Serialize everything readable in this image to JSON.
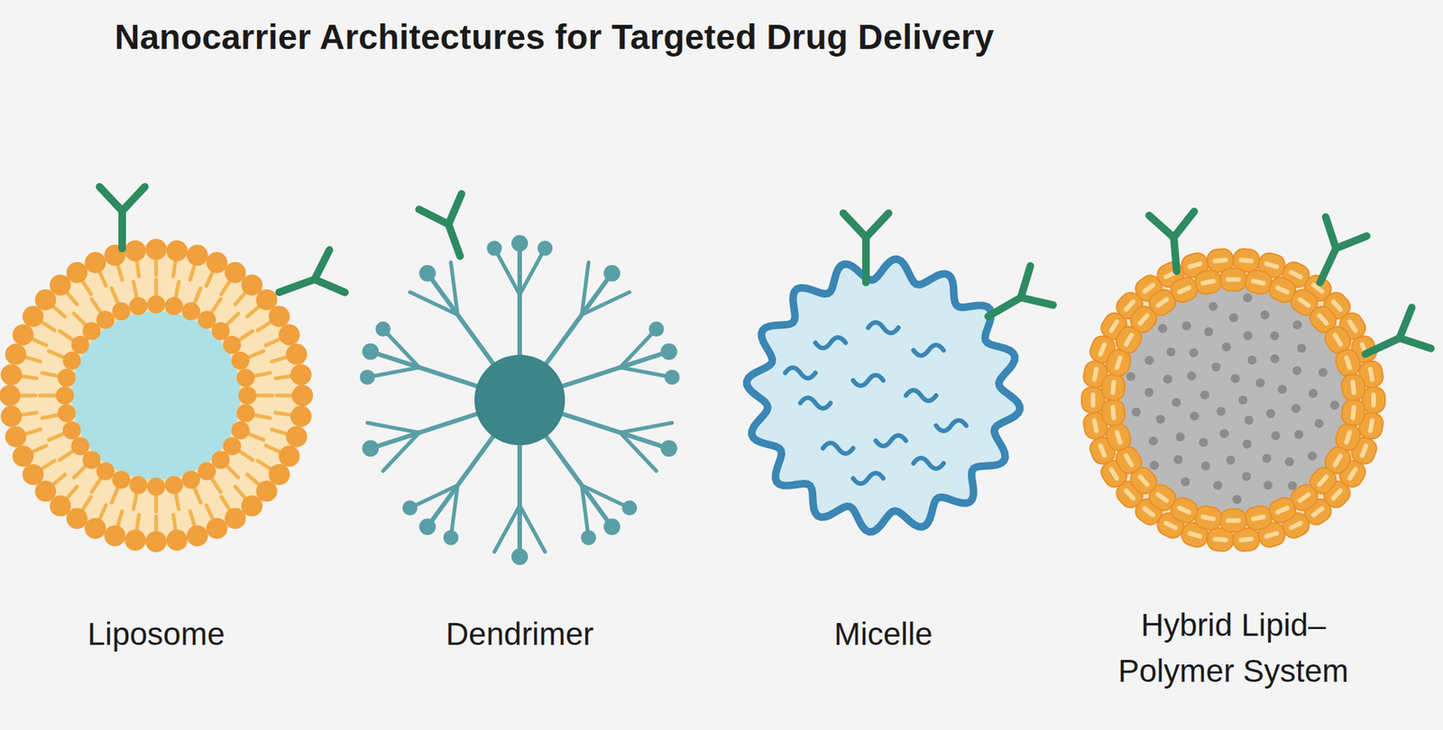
{
  "diagram": {
    "title": "Nanocarrier Architectures for Targeted Drug Delivery",
    "labels": [
      "Liposome",
      "Dendrimer",
      "Micelle",
      "Hybrid Lipid– Polymer System"
    ]
  }
}
